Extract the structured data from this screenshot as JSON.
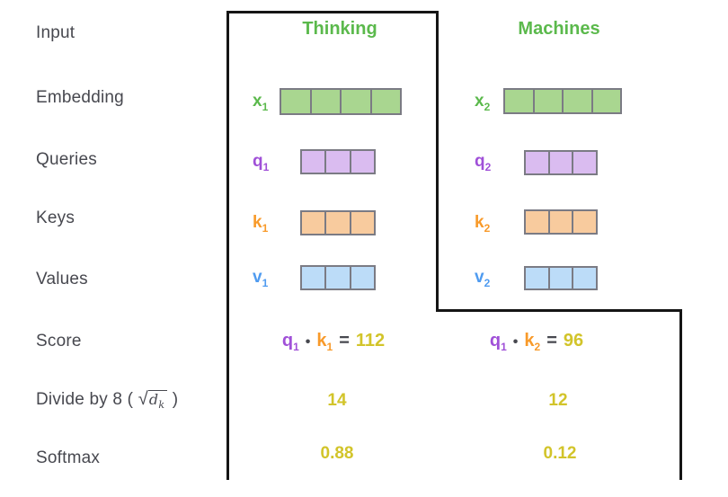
{
  "row_labels": {
    "input": "Input",
    "embedding": "Embedding",
    "queries": "Queries",
    "keys": "Keys",
    "values": "Values",
    "score": "Score",
    "divide": {
      "prefix": "Divide by 8 (",
      "sqrt": "√",
      "radicand": "d",
      "radicand_sub": "k",
      "suffix": ")"
    },
    "softmax": "Softmax"
  },
  "columns": [
    {
      "header": "Thinking",
      "embedding": {
        "label": "x",
        "sub": "1",
        "cells": 4
      },
      "query": {
        "label": "q",
        "sub": "1",
        "cells": 3
      },
      "key": {
        "label": "k",
        "sub": "1",
        "cells": 3
      },
      "value": {
        "label": "v",
        "sub": "1",
        "cells": 3
      },
      "score": {
        "q": "q",
        "q_sub": "1",
        "dot": "•",
        "k": "k",
        "k_sub": "1",
        "equals": "=",
        "result": "112"
      },
      "divide_result": "14",
      "softmax_result": "0.88"
    },
    {
      "header": "Machines",
      "embedding": {
        "label": "x",
        "sub": "2",
        "cells": 4
      },
      "query": {
        "label": "q",
        "sub": "2",
        "cells": 3
      },
      "key": {
        "label": "k",
        "sub": "2",
        "cells": 3
      },
      "value": {
        "label": "v",
        "sub": "2",
        "cells": 3
      },
      "score": {
        "q": "q",
        "q_sub": "1",
        "dot": "•",
        "k": "k",
        "k_sub": "2",
        "equals": "=",
        "result": "96"
      },
      "divide_result": "12",
      "softmax_result": "0.12"
    }
  ],
  "colors": {
    "green_text": "#5BB94C",
    "green_fill": "#A9D690",
    "purple_text": "#A050D8",
    "purple_fill": "#DABCF0",
    "orange_text": "#F89A2A",
    "orange_fill": "#F8CB9E",
    "blue_text": "#4F9BF0",
    "blue_fill": "#BCDCF8",
    "yellow_text": "#D2C42A",
    "label_gray": "#47484F",
    "cell_border": "#7B7B84",
    "outline_black": "#151515"
  }
}
